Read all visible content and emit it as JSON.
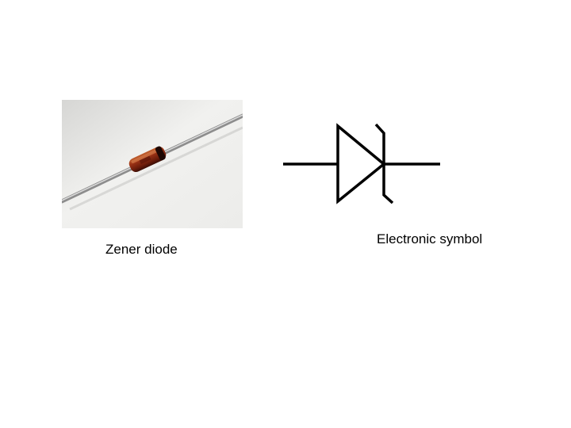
{
  "captions": {
    "photo": "Zener diode",
    "symbol": "Electronic symbol"
  },
  "colors": {
    "background": "#ffffff",
    "diode_body": "#8a2a12",
    "symbol_stroke": "#000000"
  },
  "icons": {
    "photo": "zener-diode-photo",
    "symbol": "zener-diode-symbol-icon"
  }
}
